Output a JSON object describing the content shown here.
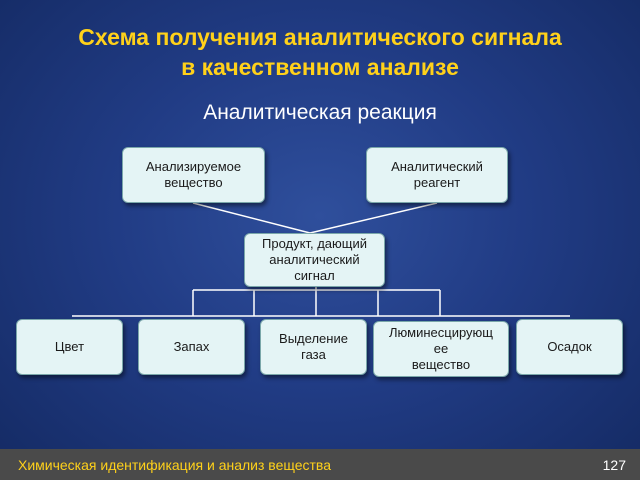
{
  "title": {
    "line1": "Схема получения аналитического сигнала",
    "line2": "в качественном анализе"
  },
  "subtitle": "Аналитическая реакция",
  "nodes": {
    "analyte": [
      "Анализируемое",
      "вещество"
    ],
    "reagent": [
      "Аналитический",
      "реагент"
    ],
    "product": [
      "Продукт, дающий",
      "аналитический",
      "сигнал"
    ],
    "color": [
      "Цвет"
    ],
    "smell": [
      "Запах"
    ],
    "gas": [
      "Выделение",
      "газа"
    ],
    "luminescent": [
      "Люминесцирующ",
      "ее",
      "вещество"
    ],
    "precipitate": [
      "Осадок"
    ]
  },
  "footer": {
    "text": "Химическая идентификация и анализ вещества",
    "page_number": "127"
  }
}
